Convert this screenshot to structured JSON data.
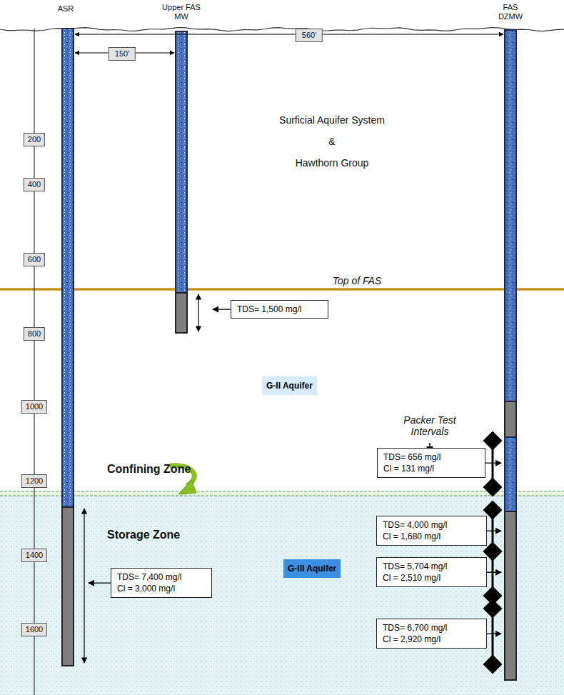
{
  "diagram": {
    "nodes": [
      {
        "text": [
          "TDS= 1,500 mg/l"
        ]
      },
      {
        "text": [
          "TDS= 656 mg/l",
          "Cl = 131 mg/l"
        ]
      },
      {
        "text": [
          "TDS= 4,000 mg/l",
          "Cl = 1,680 mg/l"
        ]
      },
      {
        "text": [
          "TDS= 5,704 mg/l",
          "Cl = 2,510 mg/l"
        ]
      },
      {
        "text": [
          "TDS= 6,700 mg/l",
          "Cl = 2,920 mg/l"
        ]
      },
      {
        "text": [
          "TDS= 7,400 mg/l",
          "Cl = 3,000 mg/l"
        ]
      },
      {
        "text": [
          "G-II Aquifer"
        ]
      },
      {
        "text": [
          "G-III Aquifer"
        ]
      }
    ],
    "labels": [
      "ASR",
      "Upper FAS MW",
      "FAS DZMW",
      "150'",
      "560'",
      "200",
      "400",
      "600",
      "800",
      "1000",
      "1200",
      "1400",
      "1600",
      "Surficial Aquifer System",
      "&",
      "Hawthorn Group",
      "Top of FAS",
      "Packer Test Intervals",
      "Confining Zone",
      "Storage Zone"
    ]
  }
}
